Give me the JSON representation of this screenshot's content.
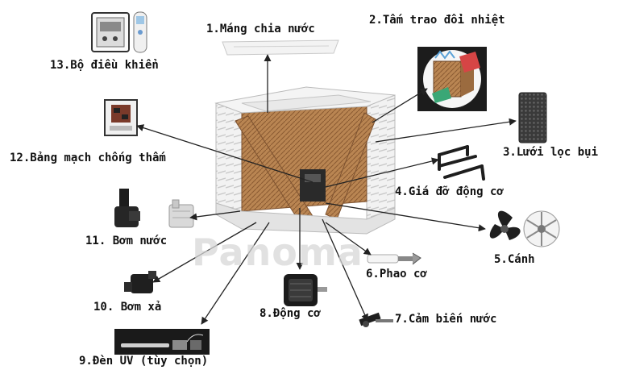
{
  "watermark": "Panoma",
  "labels": {
    "p1": "1.Máng chia nước",
    "p2": "2.Tấm trao đổi nhiệt",
    "p3": "3.Lưới lọc bụi",
    "p4": "4.Giá đỡ động cơ",
    "p5": "5.Cánh",
    "p6": "6.Phao cơ",
    "p7": "7.Cảm biến nước",
    "p8": "8.Động cơ",
    "p9": "9.Đèn UV (tùy chọn)",
    "p10": "10. Bơm xả",
    "p11": "11. Bơm nước",
    "p12": "12.Bảng mạch chống thấm",
    "p13": "13.Bộ điều khiển"
  },
  "colors": {
    "pad": "#b07a4a",
    "pad_dark": "#8a5a32",
    "casing": "#eeeeee",
    "casing_line": "#c8c8c8",
    "arrow": "#222222"
  }
}
